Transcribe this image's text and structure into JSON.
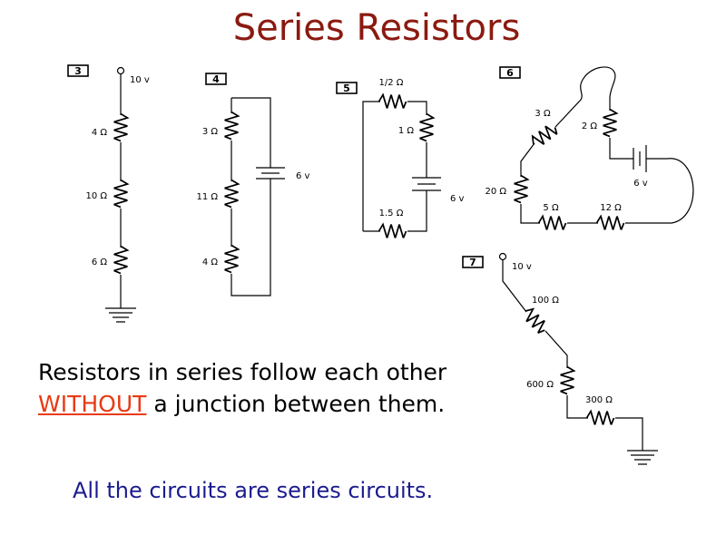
{
  "slide": {
    "title": "Series Resistors",
    "statement_part1": "Resistors in series follow each other",
    "statement_emphasis": "WITHOUT",
    "statement_part2": " a junction between them.",
    "footer": "All the circuits are series circuits."
  },
  "colors": {
    "title": "#8b1a10",
    "emphasis": "#e83a14",
    "footer": "#1b1b8f"
  },
  "circuits": [
    {
      "id": "3",
      "source": "10 v",
      "resistors": [
        "4 Ω",
        "10 Ω",
        "6 Ω"
      ],
      "ground": true
    },
    {
      "id": "4",
      "battery": "6 v",
      "resistors": [
        "3 Ω",
        "11 Ω",
        "4 Ω"
      ]
    },
    {
      "id": "5",
      "battery": "6 v",
      "resistors": [
        "1/2 Ω",
        "1 Ω",
        "1.5 Ω"
      ]
    },
    {
      "id": "6",
      "battery": "6 v",
      "resistors": [
        "3 Ω",
        "2 Ω",
        "20 Ω",
        "5 Ω",
        "12 Ω"
      ]
    },
    {
      "id": "7",
      "source": "10 v",
      "resistors": [
        "100 Ω",
        "600 Ω",
        "300 Ω"
      ],
      "ground": true
    }
  ]
}
